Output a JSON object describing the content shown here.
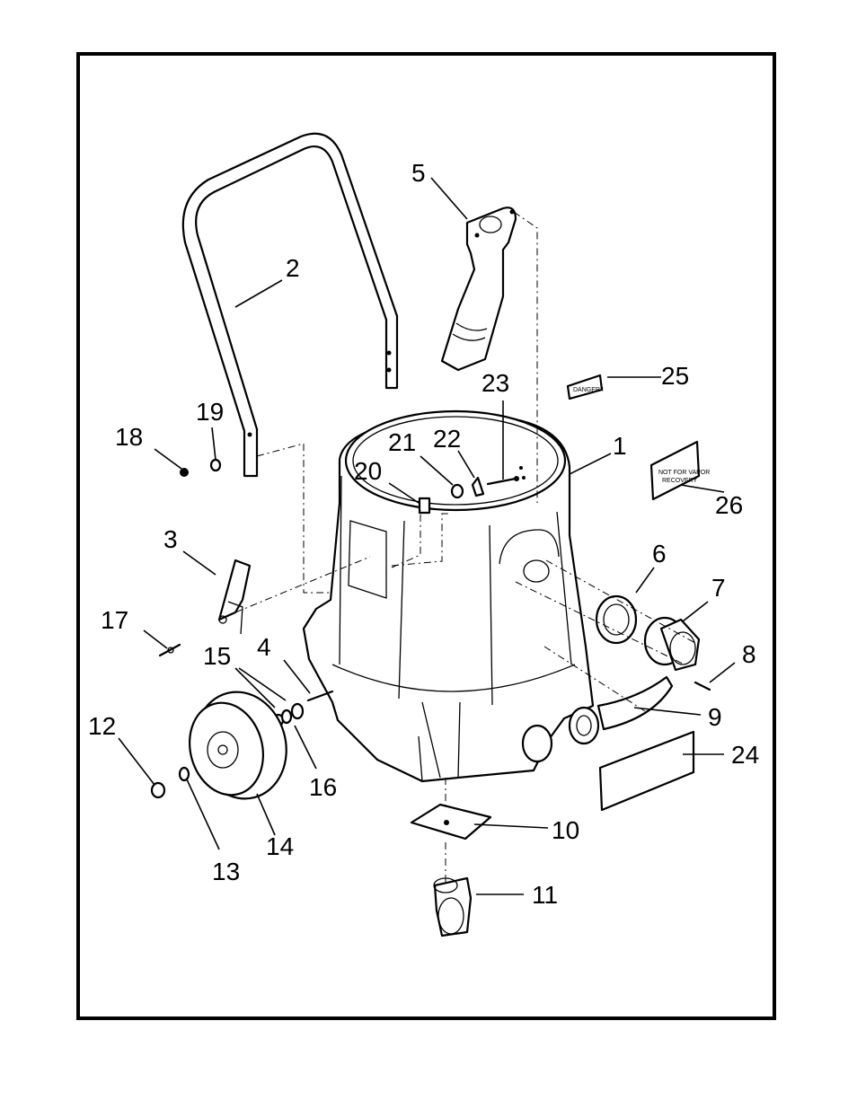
{
  "callouts": [
    {
      "id": "1",
      "label": "1"
    },
    {
      "id": "2",
      "label": "2"
    },
    {
      "id": "3",
      "label": "3"
    },
    {
      "id": "4",
      "label": "4"
    },
    {
      "id": "5",
      "label": "5"
    },
    {
      "id": "6",
      "label": "6"
    },
    {
      "id": "7",
      "label": "7"
    },
    {
      "id": "8",
      "label": "8"
    },
    {
      "id": "9",
      "label": "9"
    },
    {
      "id": "10",
      "label": "10"
    },
    {
      "id": "11",
      "label": "11"
    },
    {
      "id": "12",
      "label": "12"
    },
    {
      "id": "13",
      "label": "13"
    },
    {
      "id": "14",
      "label": "14"
    },
    {
      "id": "15",
      "label": "15"
    },
    {
      "id": "16",
      "label": "16"
    },
    {
      "id": "17",
      "label": "17"
    },
    {
      "id": "18",
      "label": "18"
    },
    {
      "id": "19",
      "label": "19"
    },
    {
      "id": "20",
      "label": "20"
    },
    {
      "id": "21",
      "label": "21"
    },
    {
      "id": "22",
      "label": "22"
    },
    {
      "id": "23",
      "label": "23"
    },
    {
      "id": "24",
      "label": "24"
    },
    {
      "id": "25",
      "label": "25"
    },
    {
      "id": "26",
      "label": "26"
    }
  ],
  "decals": {
    "danger": "DANGER !",
    "vapor_line1": "NOT FOR VAPOR",
    "vapor_line2": "RECOVERY"
  }
}
